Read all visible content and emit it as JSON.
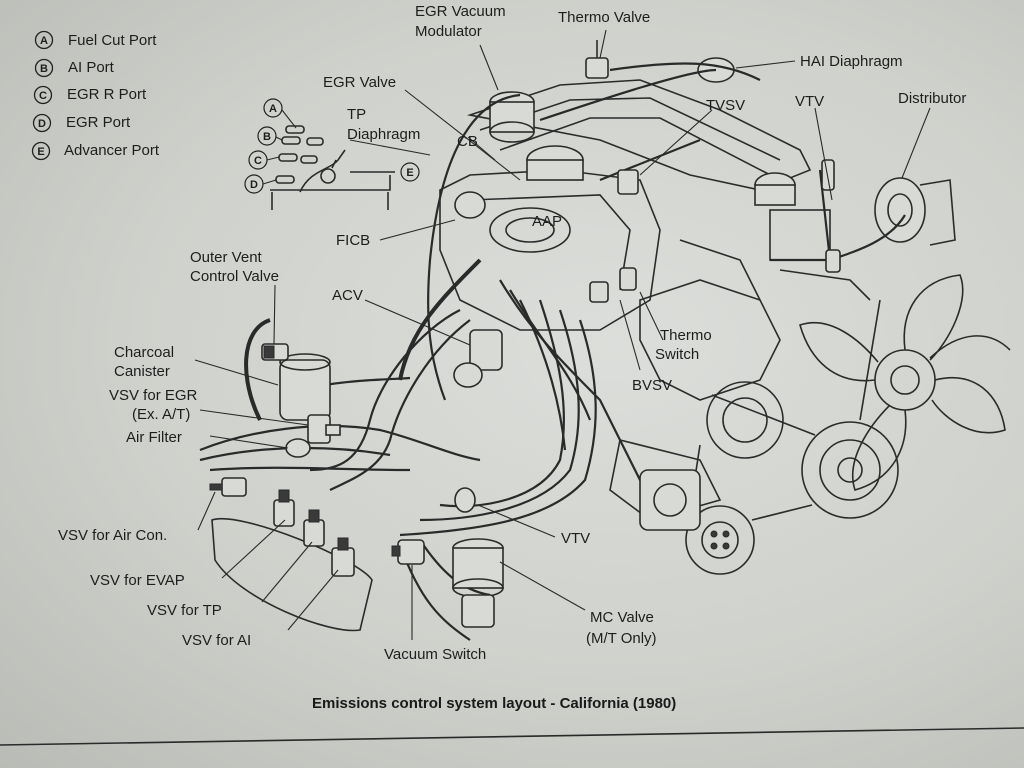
{
  "legend": [
    {
      "letter": "A",
      "text": "Fuel Cut Port"
    },
    {
      "letter": "B",
      "text": "AI Port"
    },
    {
      "letter": "C",
      "text": "EGR R Port"
    },
    {
      "letter": "D",
      "text": "EGR Port"
    },
    {
      "letter": "E",
      "text": "Advancer Port"
    }
  ],
  "port_detail": {
    "a": "A",
    "b": "B",
    "c": "C",
    "d": "D",
    "e": "E"
  },
  "labels": {
    "egr_vacuum_modulator_1": "EGR Vacuum",
    "egr_vacuum_modulator_2": "Modulator",
    "thermo_valve": "Thermo Valve",
    "hai_diaphragm": "HAI Diaphragm",
    "egr_valve": "EGR Valve",
    "tp_1": "TP",
    "tp_2": "Diaphragm",
    "cb": "CB",
    "tvsv": "TVSV",
    "vtv_top": "VTV",
    "distributor": "Distributor",
    "aap": "AAP",
    "ficb": "FICB",
    "outer_vent_1": "Outer Vent",
    "outer_vent_2": "Control Valve",
    "acv": "ACV",
    "thermo_switch_1": "Thermo",
    "thermo_switch_2": "Switch",
    "bvsv": "BVSV",
    "charcoal_1": "Charcoal",
    "charcoal_2": "Canister",
    "vsv_egr_1": "VSV for EGR",
    "vsv_egr_2": "(Ex. A/T)",
    "air_filter": "Air Filter",
    "vsv_air_con": "VSV for Air Con.",
    "vsv_evap": "VSV for EVAP",
    "vsv_tp": "VSV for TP",
    "vsv_ai": "VSV for AI",
    "vacuum_switch": "Vacuum Switch",
    "vtv_bottom": "VTV",
    "mc_valve_1": "MC Valve",
    "mc_valve_2": "(M/T Only)"
  },
  "caption": "Emissions control system layout - California (1980)"
}
